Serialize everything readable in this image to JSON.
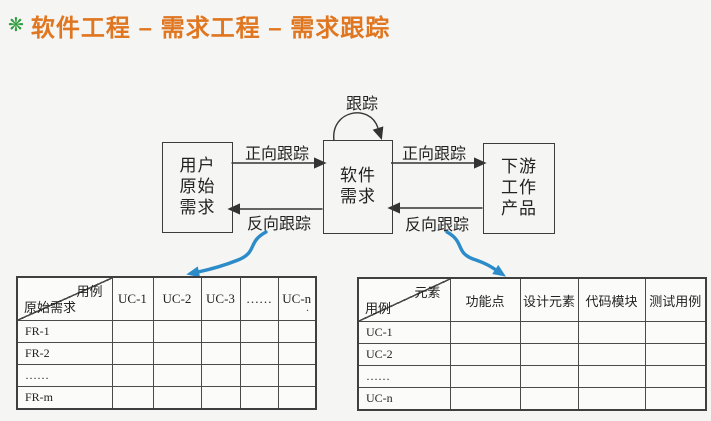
{
  "title": {
    "icon": "❋",
    "text": "软件工程 – 需求工程 – 需求跟踪"
  },
  "diagram": {
    "boxes": {
      "user": {
        "line1": "用户",
        "line2": "原始",
        "line3": "需求"
      },
      "software": {
        "line1": "软件",
        "line2": "需求"
      },
      "downstream": {
        "line1": "下游",
        "line2": "工作",
        "line3": "产品"
      }
    },
    "labels": {
      "self_loop": "跟踪",
      "forward_left": "正向跟踪",
      "forward_right": "正向跟踪",
      "backward_left": "反向跟踪",
      "backward_right": "反向跟踪"
    }
  },
  "left_table": {
    "corner": {
      "top_right": "用例",
      "bottom_left": "原始需求"
    },
    "columns": [
      "UC-1",
      "UC-2",
      "UC-3",
      "……",
      "UC-n"
    ],
    "rows": [
      "FR-1",
      "FR-2",
      "……",
      "FR-m"
    ],
    "stray_mark": "."
  },
  "right_table": {
    "corner": {
      "top_right": "元素",
      "bottom_left": "用例"
    },
    "columns": [
      "功能点",
      "设计元素",
      "代码模块",
      "测试用例"
    ],
    "rows": [
      "UC-1",
      "UC-2",
      "……",
      "UC-n"
    ]
  },
  "colors": {
    "title_orange": "#e0761f",
    "icon_green": "#2f9e3f",
    "arrow_blue": "#2b8cc9",
    "line_dark": "#3c3c3c",
    "background": "#f5f5f3"
  }
}
